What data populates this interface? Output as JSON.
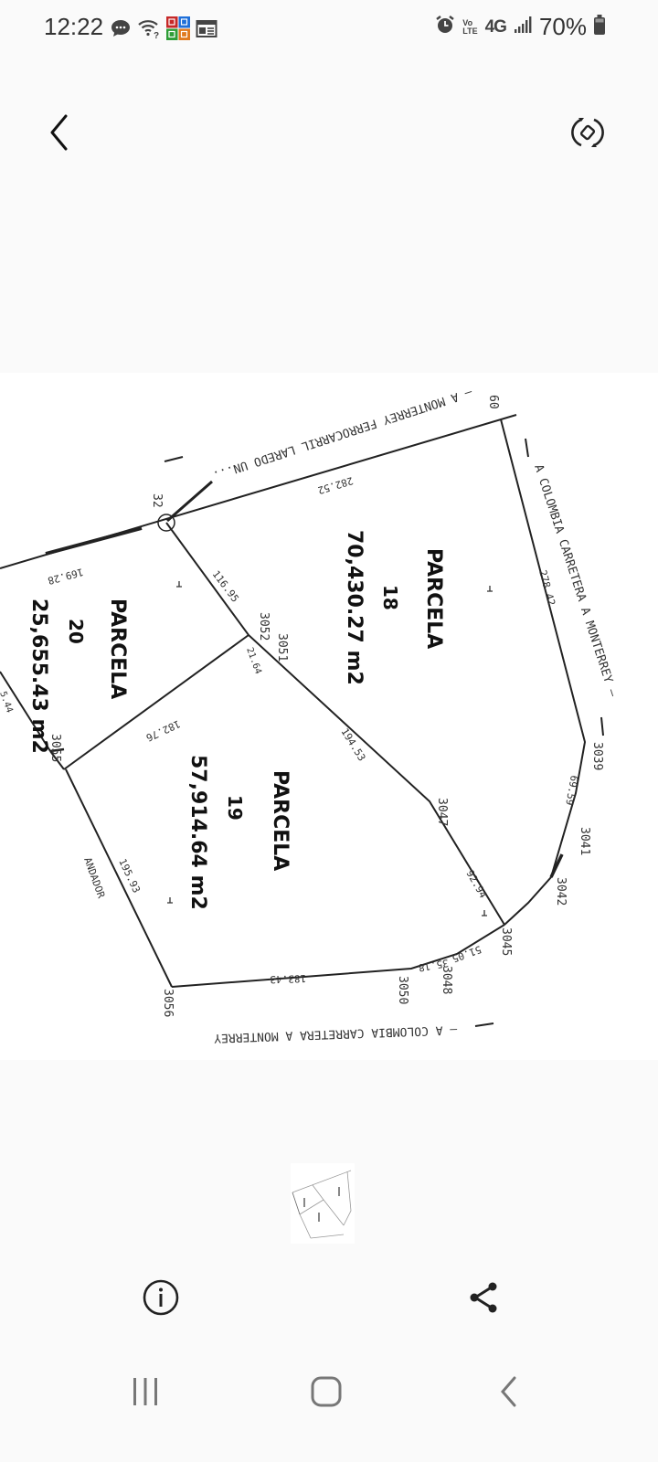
{
  "status_bar": {
    "time": "12:22",
    "left_icons": [
      "messages-icon",
      "wifi-unknown-icon",
      "app-grid-icon",
      "calendar-news-icon"
    ],
    "right_icons": [
      "alarm-icon",
      "volte-icon",
      "4g-icon",
      "signal-icon",
      "battery-icon"
    ],
    "volte_label_top": "Vo",
    "volte_label_bottom": "LTE",
    "network_label": "4G",
    "battery_percent": "70%"
  },
  "toolbar": {
    "back_icon": "chevron-left-icon",
    "rotate_icon": "auto-rotate-icon"
  },
  "image": {
    "parcels": [
      {
        "title": "PARCELA",
        "number": "18",
        "area": "70,430.27 m2"
      },
      {
        "title": "PARCELA",
        "number": "19",
        "area": "57,914.64 m2"
      },
      {
        "title": "PARCELA",
        "number": "20",
        "area": "25,655.43 m2"
      }
    ],
    "roads": {
      "top": "— A MONTERREY   FERROCARRIL LAREDO UN...",
      "right": "A COLOMBIA CARRETERA A MONTERREY —",
      "bottom": "— A COLOMBIA CARRETERA A MONTERREY",
      "andador": "ANDADOR"
    },
    "vertices": [
      "60",
      "32",
      "3052",
      "3051",
      "3055",
      "3047",
      "3039",
      "3041",
      "3042",
      "3045",
      "3048",
      "3050",
      "3056"
    ],
    "distances": {
      "d_282_52": "282.52",
      "d_169_28": "169.28",
      "d_116_95": "116.95",
      "d_21_64": "21.64",
      "d_182_76": "182.76",
      "d_194_53": "194.53",
      "d_278_42": "278.42",
      "d_69_59": "69.59",
      "d_92_94": "92.94",
      "d_51_05": "51.05",
      "d_35_18": "35.18",
      "d_183_43": "183.43",
      "d_195_93": "195.93",
      "d_left_edge": "5.44"
    }
  },
  "bottom_actions": {
    "info_icon": "info-icon",
    "share_icon": "share-icon"
  },
  "nav_bar": {
    "recents": "recents-icon",
    "home": "home-icon",
    "back": "back-icon"
  }
}
